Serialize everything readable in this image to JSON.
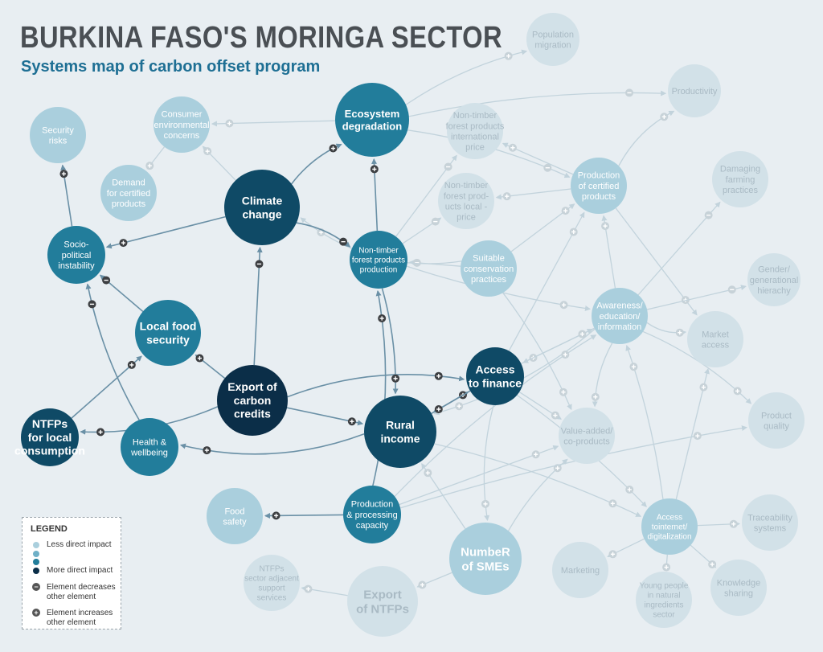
{
  "title": "BURKINA FASO'S MORINGA SECTOR",
  "subtitle": "Systems map of carbon offset program",
  "legend": {
    "title": "LEGEND",
    "less_direct": "Less direct impact",
    "more_direct": "More direct impact",
    "decreases": "Element decreases other element",
    "increases": "Element increases other element"
  },
  "colors": {
    "level1": "#d2e1e8",
    "level2": "#aacfdd",
    "level3": "#227d9b",
    "level4": "#0f4a66",
    "level5": "#0b2e48",
    "edge_dark": "#6a90a6",
    "edge_light": "#c2d3dc"
  },
  "nodes": [
    {
      "id": "population",
      "label": "Population\nmigration",
      "level": 1
    },
    {
      "id": "productivity",
      "label": "Productivity",
      "level": 1
    },
    {
      "id": "ntfp_intl",
      "label": "Non-timber\nforest products\ninternational\nprice",
      "level": 1
    },
    {
      "id": "damaging",
      "label": "Damaging\nfarming\npractices",
      "level": 1
    },
    {
      "id": "ntfp_local_price",
      "label": "Non-timber\nforest prod-\nucts local -\nprice",
      "level": 1
    },
    {
      "id": "gender",
      "label": "Gender/\ngenerational\nhierachy",
      "level": 1
    },
    {
      "id": "market",
      "label": "Market\naccess",
      "level": 1
    },
    {
      "id": "product_quality",
      "label": "Product\nquality",
      "level": 1
    },
    {
      "id": "value_added",
      "label": "Value-added/\nco-products",
      "level": 1
    },
    {
      "id": "traceability",
      "label": "Traceability\nsystems",
      "level": 1
    },
    {
      "id": "marketing",
      "label": "Marketing",
      "level": 1
    },
    {
      "id": "knowledge",
      "label": "Knowledge\nsharing",
      "level": 1
    },
    {
      "id": "young",
      "label": "Young people\nin natural\ningredients\nsector",
      "level": 1
    },
    {
      "id": "ntfp_support",
      "label": "NTFPs\nsector adjacent\nsupport\nservices",
      "level": 1
    },
    {
      "id": "export_ntfp",
      "label": "Export\nof NTFPs",
      "level": 1
    },
    {
      "id": "security",
      "label": "Security\nrisks",
      "level": 2
    },
    {
      "id": "consumer",
      "label": "Consumer\nenvironmental\nconcerns",
      "level": 2
    },
    {
      "id": "demand",
      "label": "Demand\nfor certified\nproducts",
      "level": 2
    },
    {
      "id": "certified",
      "label": "Production\nof certified\nproducts",
      "level": 2
    },
    {
      "id": "conservation",
      "label": "Suitable\nconservation\npractices",
      "level": 2
    },
    {
      "id": "awareness",
      "label": "Awareness/\neducation/\ninformation",
      "level": 2
    },
    {
      "id": "food_safety",
      "label": "Food\nsafety",
      "level": 2
    },
    {
      "id": "smes",
      "label": "NumbeR\nof SMEs",
      "level": 2
    },
    {
      "id": "internet",
      "label": "Access\ntointernet/\ndigitalization",
      "level": 2
    },
    {
      "id": "ecosystem",
      "label": "Ecosystem\ndegradation",
      "level": 3
    },
    {
      "id": "sociopol",
      "label": "Socio-\npolitical\ninstability",
      "level": 3
    },
    {
      "id": "local_food",
      "label": "Local food\nsecurity",
      "level": 3
    },
    {
      "id": "ntfp_prod",
      "label": "Non-timber\nforest products\nproduction",
      "level": 3
    },
    {
      "id": "health",
      "label": "Health &\nwellbeing",
      "level": 3
    },
    {
      "id": "production_cap",
      "label": "Production\n& processing\ncapacity",
      "level": 3
    },
    {
      "id": "climate",
      "label": "Climate\nchange",
      "level": 4
    },
    {
      "id": "rural",
      "label": "Rural\nincome",
      "level": 4
    },
    {
      "id": "ntfps_local",
      "label": "NTFPs\nfor local\nconsumption",
      "level": 4
    },
    {
      "id": "finance",
      "label": "Access\nto finance",
      "level": 4
    },
    {
      "id": "export_carbon",
      "label": "Export of\ncarbon\ncredits",
      "level": 5
    }
  ],
  "edges": [
    {
      "from": "export_carbon",
      "to": "climate",
      "sign": "-",
      "strength": "dark"
    },
    {
      "from": "export_carbon",
      "to": "local_food",
      "sign": "+",
      "strength": "dark"
    },
    {
      "from": "export_carbon",
      "to": "rural",
      "sign": "+",
      "strength": "dark"
    },
    {
      "from": "export_carbon",
      "to": "ntfps_local",
      "sign": "+",
      "strength": "dark"
    },
    {
      "from": "export_carbon",
      "to": "finance",
      "sign": "+",
      "strength": "dark"
    },
    {
      "from": "climate",
      "to": "ecosystem",
      "sign": "+",
      "strength": "dark"
    },
    {
      "from": "climate",
      "to": "sociopol",
      "sign": "+",
      "strength": "dark"
    },
    {
      "from": "climate",
      "to": "ntfp_prod",
      "sign": "-",
      "strength": "dark"
    },
    {
      "from": "climate",
      "to": "consumer",
      "sign": "+",
      "strength": "light"
    },
    {
      "from": "ntfp_prod",
      "to": "ecosystem",
      "sign": "+",
      "strength": "dark"
    },
    {
      "from": "ntfp_prod",
      "to": "rural",
      "sign": "+",
      "strength": "dark"
    },
    {
      "from": "ntfp_prod",
      "to": "ntfp_local_price",
      "sign": "-",
      "strength": "light"
    },
    {
      "from": "ntfp_prod",
      "to": "ntfp_intl",
      "sign": "-",
      "strength": "light"
    },
    {
      "from": "local_food",
      "to": "sociopol",
      "sign": "-",
      "strength": "dark"
    },
    {
      "from": "sociopol",
      "to": "security",
      "sign": "+",
      "strength": "dark"
    },
    {
      "from": "health",
      "to": "sociopol",
      "sign": "-",
      "strength": "dark"
    },
    {
      "from": "ntfps_local",
      "to": "local_food",
      "sign": "+",
      "strength": "dark"
    },
    {
      "from": "rural",
      "to": "health",
      "sign": "+",
      "strength": "dark"
    },
    {
      "from": "rural",
      "to": "finance",
      "sign": "+",
      "strength": "dark"
    },
    {
      "from": "finance",
      "to": "rural",
      "sign": "+",
      "strength": "dark"
    },
    {
      "from": "production_cap",
      "to": "ntfp_prod",
      "sign": "+",
      "strength": "dark"
    },
    {
      "from": "production_cap",
      "to": "food_safety",
      "sign": "+",
      "strength": "dark"
    },
    {
      "from": "ecosystem",
      "to": "population",
      "sign": "+",
      "strength": "light"
    },
    {
      "from": "ecosystem",
      "to": "productivity",
      "sign": "-",
      "strength": "light"
    },
    {
      "from": "ecosystem",
      "to": "certified",
      "sign": "-",
      "strength": "light"
    },
    {
      "from": "ecosystem",
      "to": "consumer",
      "sign": "+",
      "strength": "light"
    },
    {
      "from": "consumer",
      "to": "demand",
      "sign": "+",
      "strength": "light"
    },
    {
      "from": "certified",
      "to": "ntfp_local_price",
      "sign": "+",
      "strength": "light"
    },
    {
      "from": "certified",
      "to": "ntfp_intl",
      "sign": "+",
      "strength": "light"
    },
    {
      "from": "certified",
      "to": "productivity",
      "sign": "+",
      "strength": "light"
    },
    {
      "from": "certified",
      "to": "market",
      "sign": "+",
      "strength": "light"
    },
    {
      "from": "conservation",
      "to": "ntfp_prod",
      "sign": "-",
      "strength": "light"
    },
    {
      "from": "conservation",
      "to": "climate",
      "sign": "+",
      "strength": "light"
    },
    {
      "from": "conservation",
      "to": "certified",
      "sign": "+",
      "strength": "light"
    },
    {
      "from": "awareness",
      "to": "damaging",
      "sign": "-",
      "strength": "light"
    },
    {
      "from": "awareness",
      "to": "gender",
      "sign": "-",
      "strength": "light"
    },
    {
      "from": "awareness",
      "to": "market",
      "sign": "+",
      "strength": "light"
    },
    {
      "from": "awareness",
      "to": "product_quality",
      "sign": "+",
      "strength": "light"
    },
    {
      "from": "awareness",
      "to": "value_added",
      "sign": "+",
      "strength": "light"
    },
    {
      "from": "awareness",
      "to": "certified",
      "sign": "+",
      "strength": "light"
    },
    {
      "from": "awareness",
      "to": "rural",
      "sign": "+",
      "strength": "light"
    },
    {
      "from": "awareness",
      "to": "finance",
      "sign": "+",
      "strength": "light"
    },
    {
      "from": "finance",
      "to": "awareness",
      "sign": "+",
      "strength": "light"
    },
    {
      "from": "finance",
      "to": "smes",
      "sign": "+",
      "strength": "light"
    },
    {
      "from": "finance",
      "to": "value_added",
      "sign": "+",
      "strength": "light"
    },
    {
      "from": "finance",
      "to": "certified",
      "sign": "+",
      "strength": "light"
    },
    {
      "from": "finance",
      "to": "internet",
      "sign": "+",
      "strength": "light"
    },
    {
      "from": "internet",
      "to": "awareness",
      "sign": "+",
      "strength": "light"
    },
    {
      "from": "internet",
      "to": "traceability",
      "sign": "+",
      "strength": "light"
    },
    {
      "from": "internet",
      "to": "knowledge",
      "sign": "+",
      "strength": "light"
    },
    {
      "from": "internet",
      "to": "young",
      "sign": "+",
      "strength": "light"
    },
    {
      "from": "internet",
      "to": "market",
      "sign": "+",
      "strength": "light"
    },
    {
      "from": "internet",
      "to": "marketing",
      "sign": "+",
      "strength": "light"
    },
    {
      "from": "smes",
      "to": "rural",
      "sign": "+",
      "strength": "light"
    },
    {
      "from": "smes",
      "to": "value_added",
      "sign": "+",
      "strength": "light"
    },
    {
      "from": "smes",
      "to": "export_ntfp",
      "sign": "+",
      "strength": "light"
    },
    {
      "from": "export_ntfp",
      "to": "ntfp_support",
      "sign": "+",
      "strength": "light"
    },
    {
      "from": "production_cap",
      "to": "product_quality",
      "sign": "+",
      "strength": "light"
    },
    {
      "from": "production_cap",
      "to": "value_added",
      "sign": "+",
      "strength": "light"
    },
    {
      "from": "production_cap",
      "to": "awareness",
      "sign": "+",
      "strength": "light"
    },
    {
      "from": "rural",
      "to": "internet",
      "sign": "+",
      "strength": "light"
    },
    {
      "from": "conservation",
      "to": "value_added",
      "sign": "+",
      "strength": "light"
    },
    {
      "from": "ntfp_prod",
      "to": "awareness",
      "sign": "+",
      "strength": "light"
    }
  ]
}
